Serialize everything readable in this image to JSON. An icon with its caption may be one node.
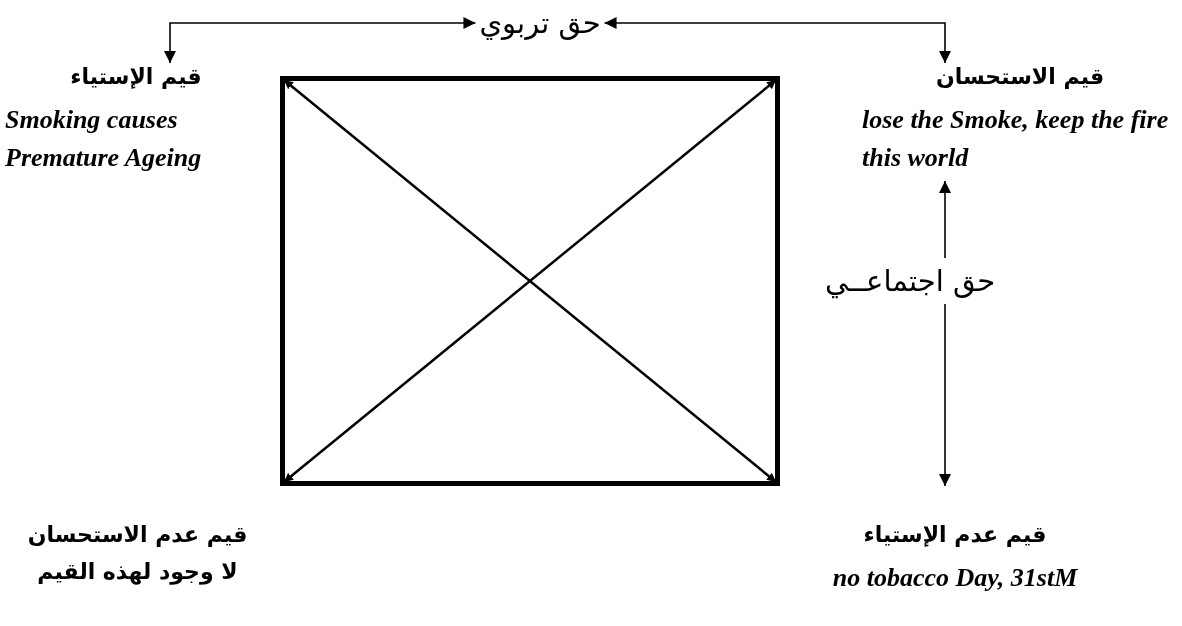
{
  "diagram": {
    "nodes": [
      {
        "text": [
          "حق تربوي"
        ]
      },
      {
        "text": [
          "قيم الإستياء",
          "Smoking causes Premature Ageing"
        ]
      },
      {
        "text": [
          "قيم الاستحسان",
          "lose the Smoke, keep the fire this world"
        ]
      },
      {
        "text": [],
        "shape": "box"
      },
      {
        "text": [
          "حق اجتماعــي"
        ]
      },
      {
        "text": [
          "قيم عدم الاستحسان",
          "لا وجود لهذه القيم"
        ]
      },
      {
        "text": [
          "قيم عدم الإستياء",
          "no tobacco Day, 31stM"
        ]
      }
    ],
    "edges": [
      {
        "from": 0,
        "to": 1,
        "arrow": "both"
      },
      {
        "from": 0,
        "to": 2,
        "arrow": "both"
      },
      {
        "from": 4,
        "to": 2,
        "arrow": "to"
      },
      {
        "from": 4,
        "to": 6,
        "arrow": "to"
      }
    ]
  }
}
